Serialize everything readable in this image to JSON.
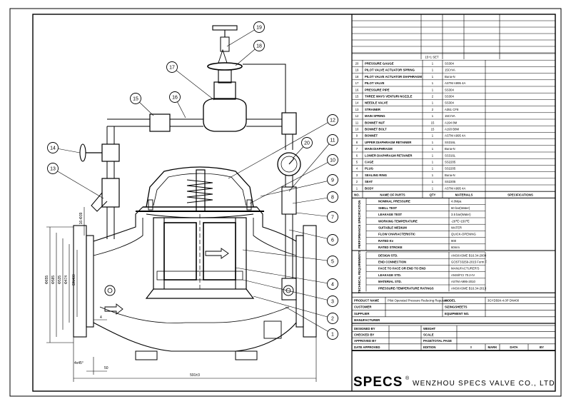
{
  "colors": {
    "line": "#000000",
    "paper": "#ffffff"
  },
  "parts_list": {
    "header_set": "15+1 SET",
    "columns": [
      "NO.",
      "NAME OF PARTS",
      "QTY",
      "MATERIALS",
      "SPECIFICATIONS"
    ],
    "rows": [
      {
        "no": "20",
        "name": "PRESSURE GAUGE",
        "qty": "1",
        "material": "SS304"
      },
      {
        "no": "19",
        "name": "PILOT VALVE ACTUATOR SPRING",
        "qty": "1",
        "material": "15CrVA"
      },
      {
        "no": "18",
        "name": "PILOT VALVE ACTUATOR DIAPHRAGM",
        "qty": "1",
        "material": "Buna-N"
      },
      {
        "no": "17",
        "name": "PILOT VALVE",
        "qty": "1",
        "material": "ASTM A995 4A"
      },
      {
        "no": "16",
        "name": "PRESSURE PIPE",
        "qty": "1",
        "material": "SS304"
      },
      {
        "no": "15",
        "name": "THREE WAYS VENTURI NOZZLE",
        "qty": "2",
        "material": "SS304"
      },
      {
        "no": "14",
        "name": "NEEDLE VALVE",
        "qty": "1",
        "material": "SS304"
      },
      {
        "no": "13",
        "name": "STRAINER",
        "qty": "2",
        "material": "A351 CF8"
      },
      {
        "no": "12",
        "name": "MAIN SPRING",
        "qty": "1",
        "material": "15CrVA"
      },
      {
        "no": "11",
        "name": "BONNET NUT",
        "qty": "15",
        "material": "A194 8M"
      },
      {
        "no": "10",
        "name": "BONNET BOLT",
        "qty": "15",
        "material": "A193 B8M"
      },
      {
        "no": "9",
        "name": "BONNET",
        "qty": "1",
        "material": "ASTM A995 4A"
      },
      {
        "no": "8",
        "name": "UPPER DIAPHRAGM RETAINER",
        "qty": "1",
        "material": "SS316L"
      },
      {
        "no": "7",
        "name": "MAIN DIAPHRAGM",
        "qty": "1",
        "material": "Buna-N"
      },
      {
        "no": "6",
        "name": "LOWER DIAPHRAGM RETAINER",
        "qty": "1",
        "material": "SS316L"
      },
      {
        "no": "5",
        "name": "CAGE",
        "qty": "1",
        "material": "SS2205"
      },
      {
        "no": "4",
        "name": "PLUG",
        "qty": "1",
        "material": "SS2205"
      },
      {
        "no": "3",
        "name": "SEALING RING",
        "qty": "1",
        "material": "Buna-N"
      },
      {
        "no": "2",
        "name": "SEAT",
        "qty": "1",
        "material": "SS2205"
      },
      {
        "no": "1",
        "name": "BODY",
        "qty": "1",
        "material": "ASTM A995 4A"
      }
    ]
  },
  "performance": {
    "label": "PERFORMANCE SPECIFICATION",
    "rows": [
      {
        "k": "NOMINAL PRESSURE",
        "v": "4.0Mpa"
      },
      {
        "k": "SHELL TEST",
        "v": "60 bar(Water)"
      },
      {
        "k": "LEAKAGE TEST",
        "v": "3.5 bar(Water)"
      },
      {
        "k": "WORKING TEMPERATURE",
        "v": "-29℃~150℃"
      },
      {
        "k": "SUITABLE MEDIUM",
        "v": "WATER"
      },
      {
        "k": "FLOW CHARACTERISTIC",
        "v": "QUICK-OPENING"
      },
      {
        "k": "RATED Kv",
        "v": "900"
      },
      {
        "k": "RATED STROKE",
        "v": "60mm"
      }
    ]
  },
  "technical": {
    "label": "TECHNICAL REQUIREMENTS",
    "rows": [
      {
        "k": "DESIGN STD.",
        "v": "ANSI/ASME B16.34-2009"
      },
      {
        "k": "END CONNECTION",
        "v": "GOST33259-2015 Form F"
      },
      {
        "k": "FACE TO FACE OR END TO END",
        "v": "MANUFACTURER'S"
      },
      {
        "k": "LEAKAGE STD.",
        "v": "ANSI/FCI 70.2-IV"
      },
      {
        "k": "MATERIAL STD.",
        "v": "ASTM A995-2010"
      },
      {
        "k": "PRESSURE-TEMPERATURE RATINGS",
        "v": "ANSI/ASME B16.34-2013"
      }
    ]
  },
  "product": {
    "product_name_label": "PRODUCT NAME",
    "product_name": "Pilot Operated Pressure Reducing Regulator",
    "model_label": "MODEL",
    "model": "3GYD59X-4.0P DN400",
    "customer_label": "CUSTOMER",
    "sizing_sheets_label": "SIZINGSHEETS",
    "supplier_label": "SUPPLIER",
    "equipment_label": "EQUIPMENT NO.",
    "manufacturer_label": "MANUFACTURER"
  },
  "approval": {
    "designed_by": "DESIGNED BY",
    "checked_by": "CHECKED BY",
    "approved_by": "APPROVED BY",
    "date_approved": "DATE APPROVED",
    "weight": "WEIGHT",
    "scale": "SCALE",
    "page_total": "PAGE/TOTAL PAGE",
    "edition": "EDITION",
    "edition_value": "0",
    "mark": "MARK",
    "data": "DATA",
    "by": "BY"
  },
  "company": {
    "logo": "SPECS",
    "reg_mark": "®",
    "name": "WENZHOU SPECS VALVE CO., LTD"
  },
  "balloons": [
    "1",
    "2",
    "3",
    "4",
    "5",
    "6",
    "7",
    "8",
    "9",
    "10",
    "11",
    "12",
    "13",
    "14",
    "15",
    "16",
    "17",
    "18",
    "19",
    "20"
  ],
  "dimensions": {
    "d1": "Φ655",
    "d2": "Φ585",
    "d3": "Φ535",
    "d4": "Φ474",
    "d5": "DN400",
    "bolt": "16-Φ39",
    "small": "4",
    "chamfer": "4x45°",
    "base": "50",
    "length": "591±3"
  }
}
